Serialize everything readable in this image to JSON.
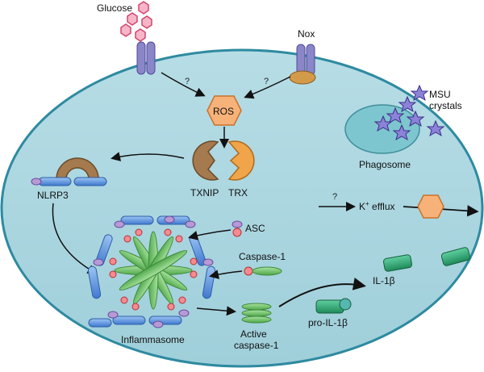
{
  "labels": {
    "glucose": "Glucose",
    "nox": "Nox",
    "ros": "ROS",
    "msu_line1": "MSU",
    "msu_line2": "crystals",
    "phagosome": "Phagosome",
    "nlrp3": "NLRP3",
    "txnip": "TXNIP",
    "trx": "TRX",
    "k_efflux_k": "K",
    "k_efflux_plus": "+",
    "k_efflux_rest": " efflux",
    "asc": "ASC",
    "caspase1": "Caspase-1",
    "inflammasome": "Inflammasome",
    "active_line1": "Active",
    "active_line2": "caspase-1",
    "pro_il1b": "pro-IL-1β",
    "il1b": "IL-1β",
    "question": "?"
  },
  "colors": {
    "cell_fill": "#a9d6e0",
    "cell_stroke": "#2e8aa0",
    "glucose": "#e35b87",
    "receptor": "#8a86c8",
    "ros": "#f4a460",
    "txnip": "#a47a4e",
    "trx": "#f0a54a",
    "msu": "#7a6fc8",
    "phagosome": "#7ec6cf",
    "scaffold": "#5b8fdb",
    "caspase": "#6fbf6a",
    "asc_red": "#e8545a",
    "il1b": "#2f9e6a"
  },
  "icons": {
    "glucose": "hexagon-molecule-icon",
    "receptor": "membrane-receptor-icon",
    "msu": "star-crystal-icon"
  }
}
